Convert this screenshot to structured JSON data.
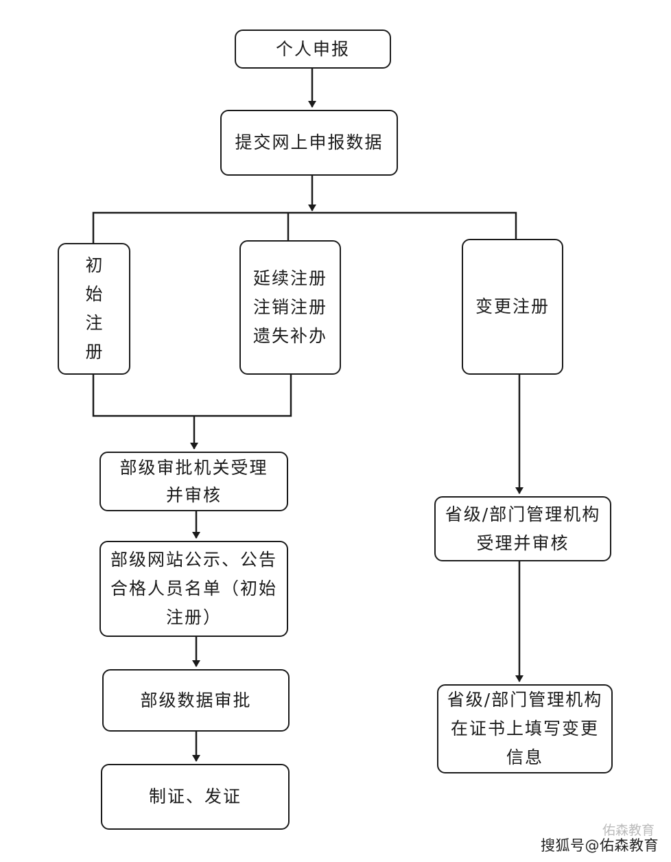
{
  "nodes": {
    "personal_report": "个人申报",
    "online_submit": "提交网上申报数据",
    "initial_reg": [
      "初",
      "始",
      "注",
      "册"
    ],
    "renew_cancel_lost": [
      "延续注册",
      "注销注册",
      "遗失补办"
    ],
    "change_reg": "变更注册",
    "ministry_accept": [
      "部级审批机关受理",
      "并审核"
    ],
    "ministry_publish": [
      "部级网站公示、公告",
      "合格人员名单（初始",
      "注册）"
    ],
    "ministry_data_approval": "部级数据审批",
    "issue_cert": "制证、发证",
    "provincial_accept": [
      "省级/部门管理机构",
      "受理并审核"
    ],
    "provincial_fill": [
      "省级/部门管理机构",
      "在证书上填写变更",
      "信息"
    ]
  },
  "watermark": {
    "faint": "佑森教育",
    "text": "搜狐号@佑森教育"
  },
  "colors": {
    "line": "#1a1a1a",
    "background": "#ffffff"
  }
}
